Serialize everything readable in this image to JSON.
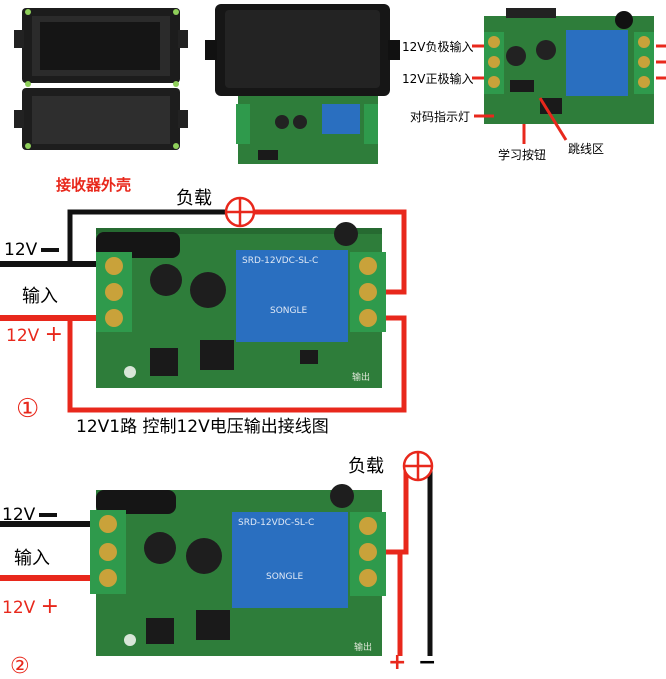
{
  "top": {
    "housing_caption": "接收器外壳",
    "callouts": {
      "negative_input": "12V负极输入",
      "positive_input": "12V正极输入",
      "pairing_led": "对码指示灯",
      "learn_button": "学习按钮",
      "jumper_area": "跳线区"
    },
    "relay_text": "SRD-12VDC-SL-C",
    "relay_brand": "SONGLE"
  },
  "diagram1": {
    "load_label": "负载",
    "minus_label": "12V",
    "input_label": "输入",
    "plus_label": "12V",
    "plus_sign": "+",
    "circled_number": "①",
    "caption": "12V1路  控制12V电压输出接线图",
    "output_silk": "输出"
  },
  "diagram2": {
    "load_label": "负载",
    "minus_label": "12V",
    "input_label": "输入",
    "plus_label": "12V",
    "plus_sign": "+",
    "bottom_plus": "+",
    "bottom_minus": "−",
    "circled_number": "②",
    "output_silk": "输出"
  },
  "colors": {
    "wire_red": "#e8281c",
    "wire_black": "#111111",
    "pcb_green": "#2e7d3a",
    "terminal_green": "#2f9a4c",
    "relay_blue": "#2a6fc0"
  }
}
